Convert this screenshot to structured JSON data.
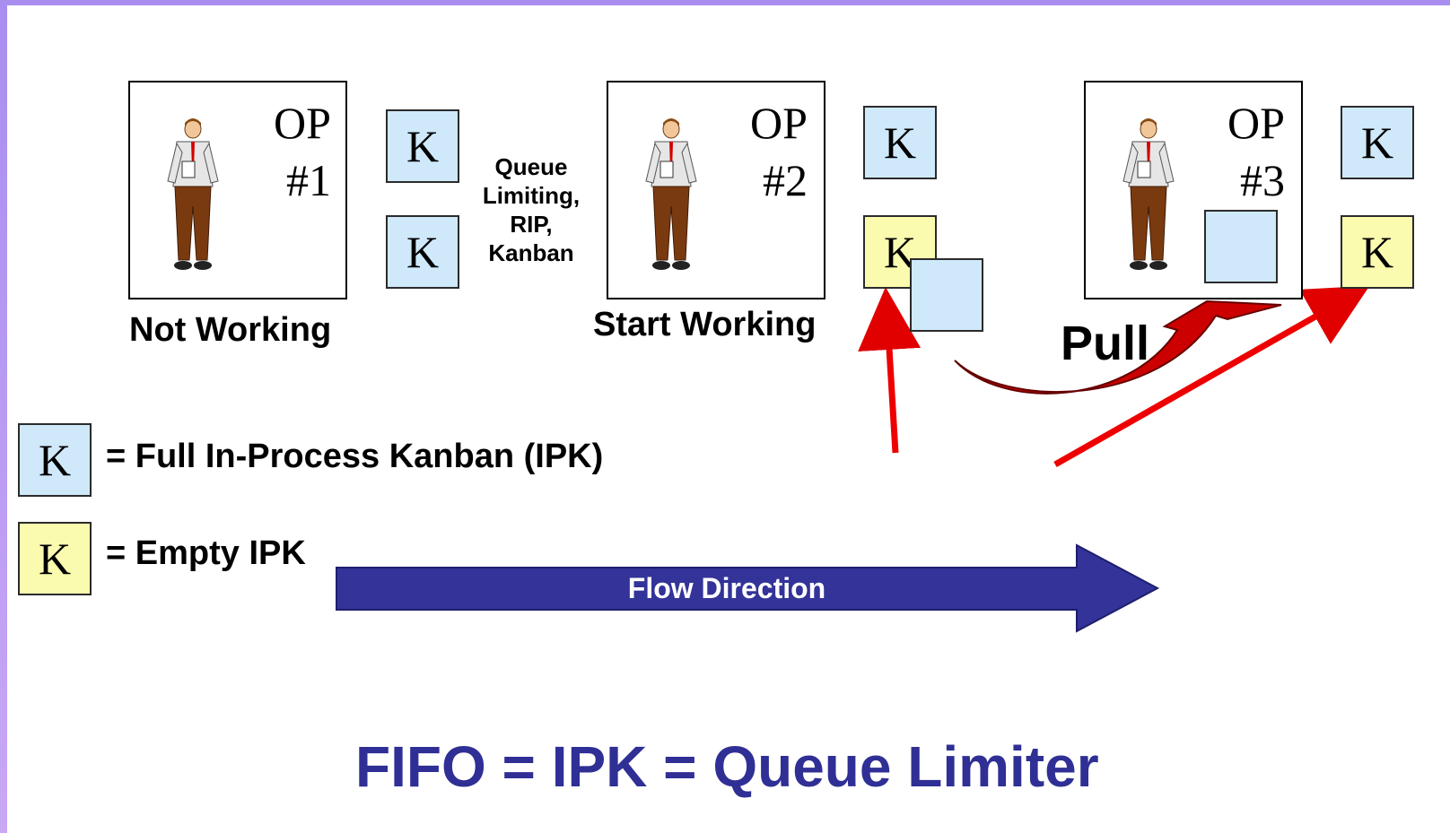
{
  "operators": [
    {
      "op": "OP",
      "num": "#1",
      "caption": "Not Working"
    },
    {
      "op": "OP",
      "num": "#2",
      "caption": "Start Working"
    },
    {
      "op": "OP",
      "num": "#3"
    }
  ],
  "kanban_letter": "K",
  "queue_note": [
    "Queue",
    "Limiting,",
    "RIP,",
    "Kanban"
  ],
  "pull_label": "Pull",
  "legend": {
    "full": "= Full In-Process Kanban (IPK)",
    "empty": "= Empty IPK"
  },
  "flow_label": "Flow Direction",
  "footer": "FIFO = IPK = Queue Limiter",
  "colors": {
    "full_kanban": "#cfe9fb",
    "empty_kanban": "#fbfbb0",
    "flow_arrow": "#333399",
    "pull_arrow": "#dd0000",
    "footer_text": "#2f2f95",
    "frame": "#a98ef0"
  }
}
